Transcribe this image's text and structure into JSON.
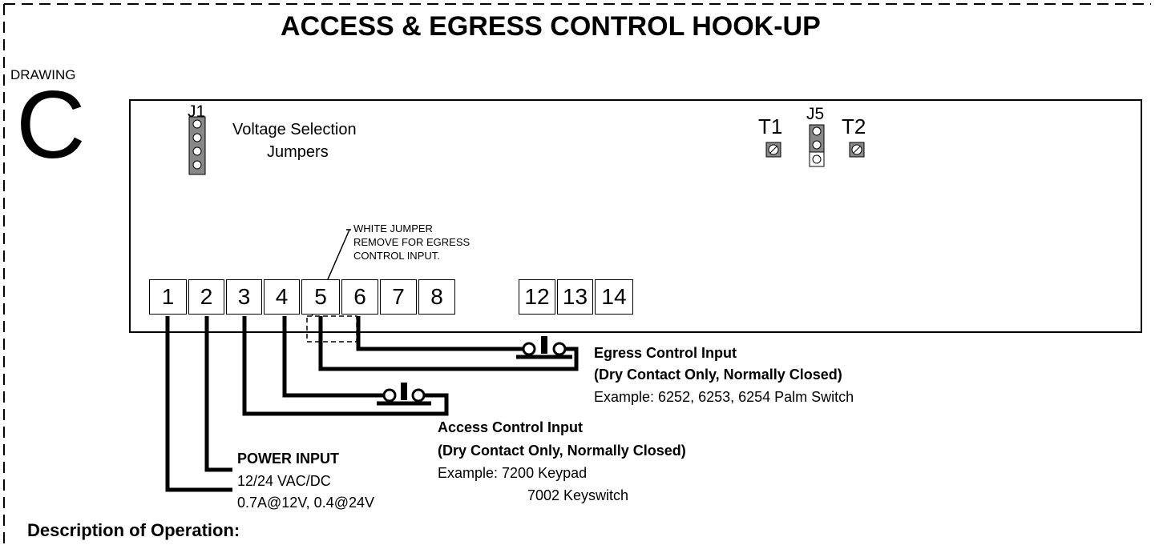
{
  "title": "ACCESS & EGRESS CONTROL  HOOK-UP",
  "drawing": {
    "label": "DRAWING",
    "letter": "C"
  },
  "board": {
    "j1_label": "J1",
    "voltage_selection_line1": "Voltage Selection",
    "voltage_selection_line2": "Jumpers",
    "t1_label": "T1",
    "j5_label": "J5",
    "t2_label": "T2",
    "white_jumper_note": [
      "WHITE JUMPER",
      "REMOVE FOR EGRESS",
      "CONTROL INPUT."
    ],
    "terminals_left": [
      "1",
      "2",
      "3",
      "4",
      "5",
      "6",
      "7",
      "8"
    ],
    "terminals_right": [
      "12",
      "13",
      "14"
    ]
  },
  "egress": {
    "title": "Egress Control Input",
    "subtitle": "(Dry Contact Only, Normally Closed)",
    "example": "Example:  6252, 6253, 6254 Palm Switch"
  },
  "access": {
    "title": "Access Control Input",
    "subtitle": "(Dry Contact Only, Normally Closed)",
    "example_line1": "Example:  7200 Keypad",
    "example_line2": "7002 Keyswitch"
  },
  "power": {
    "title": "POWER INPUT",
    "line1": "12/24 VAC/DC",
    "line2": "0.7A@12V, 0.4@24V"
  },
  "description_heading": "Description of Operation:"
}
